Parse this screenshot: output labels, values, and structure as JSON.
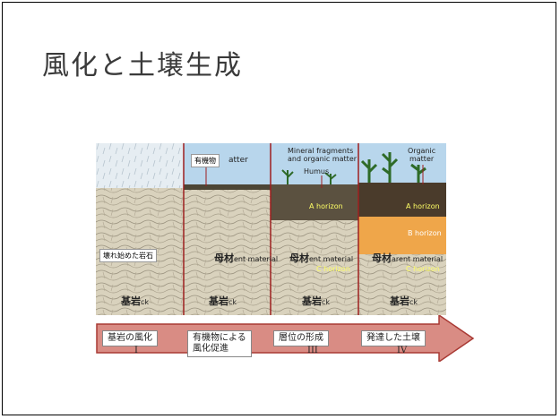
{
  "slide": {
    "title": "風化と土壌生成"
  },
  "figure": {
    "panel1": {
      "weathering_label": "壊れ始めた岩石",
      "bedrock_ja": "基岩",
      "bedrock_en": "ck"
    },
    "panel2": {
      "organic_ja": "有機物",
      "organic_en": "atter",
      "parent_ja": "母材",
      "parent_en": "ent material",
      "bedrock_ja": "基岩",
      "bedrock_en": "ck"
    },
    "panel3": {
      "mineral_line1": "Mineral fragments",
      "mineral_line2": "and organic matter",
      "humus": "Humus",
      "a_horizon": "A horizon",
      "parent_ja": "母材",
      "parent_en": "ent material",
      "c_horizon": "C horizon",
      "bedrock_ja": "基岩",
      "bedrock_en": "ck"
    },
    "panel4": {
      "organic_line1": "Organic",
      "organic_line2": "matter",
      "a_horizon": "A horizon",
      "b_horizon": "B horizon",
      "parent_ja": "母材",
      "parent_en": "arent material",
      "c_horizon": "C horizon",
      "bedrock_ja": "基岩",
      "bedrock_en": "ck"
    }
  },
  "stages": {
    "items": [
      {
        "label": "基岩の風化",
        "roman": "I"
      },
      {
        "label": "有機物による\n風化促進",
        "roman": ""
      },
      {
        "label": "層位の形成",
        "roman": "III"
      },
      {
        "label": "発達した土壌",
        "roman": "IV"
      }
    ]
  },
  "colors": {
    "sky": "#b8d6ec",
    "rock": "#d9d2bd",
    "divider": "#9e1f1f",
    "arrow_fill": "#d98c84",
    "arrow_stroke": "#a93a34",
    "b_horizon": "#efa64a"
  }
}
